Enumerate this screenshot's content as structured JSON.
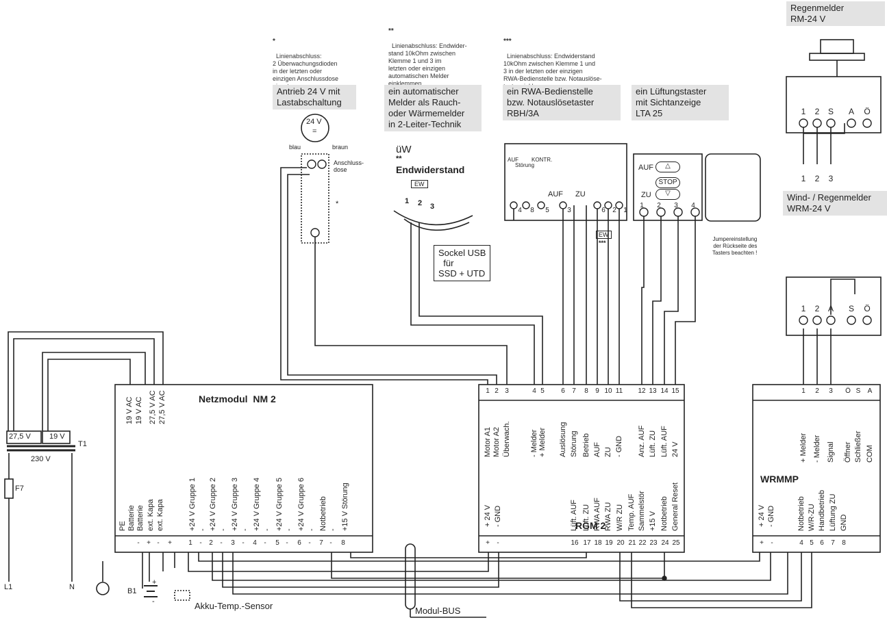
{
  "notes": {
    "note1_star": "*",
    "note1_text": "Linienabschluss:\n2 Überwachungsdioden\nin der letzten oder\neinzigen Anschlussdose\neinsetzen.",
    "note2_star": "**",
    "note2_text": "Linienabschluss: Endwider-\nstand 10kOhm zwischen\nKlemme 1 und 3 im\nletzten oder einzigen\nautomatischen Melder\neinklemmen",
    "note3_star": "***",
    "note3_text": "Linienabschluss: Endwiderstand\n10kOhm zwischen Klemme 1 und\n3 in der letzten oder einzigen\nRWA-Bedienstelle bzw. Notauslöse-\ntaster einklemmen"
  },
  "headers": {
    "antrieb": "Antrieb 24 V mit\nLastabschaltung",
    "melder": "ein automatischer\nMelder als Rauch-\noder Wärmemelder\nin 2-Leiter-Technik",
    "rwa": "ein RWA-Bedienstelle\nbzw. Notauslösetaster\nRBH/3A",
    "lta": "ein Lüftungstaster\nmit Sichtanzeige\nLTA 25",
    "regenmelder": "Regenmelder\nRM-24 V",
    "windregen": "Wind- / Regenmelder\nWRM-24 V"
  },
  "motor": {
    "voltage": "24 V",
    "symbol": "=",
    "blau": "blau",
    "braun": "braun",
    "dose": "Anschluss-\ndose",
    "star": "*"
  },
  "endwiderstand": {
    "uw": "üW",
    "stars": "**",
    "title": "Endwiderstand",
    "ew": "EW",
    "t1": "1",
    "t2": "2",
    "t3": "3"
  },
  "sockel": "Sockel USB\n  für\nSSD + UTD",
  "rwa_panel": {
    "auf": "AUF",
    "stoerung": "Störung",
    "kontr": "KONTR.",
    "auf2": "AUF",
    "zu": "ZU",
    "terms": [
      "4",
      "8",
      "5",
      "3",
      "6",
      "2",
      "1"
    ],
    "ew": "EW",
    "stars": "***"
  },
  "lta_panel": {
    "auf": "AUF",
    "stop": "STOP",
    "zu": "ZU",
    "terms": [
      "1",
      "2",
      "3",
      "4"
    ],
    "jumper_note": "Jumpereinstellung\nder Rückseite des\nTasters beachten !"
  },
  "regen_terms": [
    "1",
    "2",
    "S",
    "A",
    "Ö"
  ],
  "regen_bottom": [
    "1",
    "2",
    "3"
  ],
  "wind_terms": [
    "1",
    "2",
    "A",
    "S",
    "Ö"
  ],
  "transformer": {
    "v1": "27,5 V",
    "v2": "19 V",
    "t1": "T1",
    "v230": "230 V",
    "f7": "F7",
    "l1": "L1",
    "n": "N"
  },
  "netzmodul": {
    "title": "Netzmodul  NM 2",
    "top_labels": [
      "19 V AC",
      "19 V AC",
      "27,5 V AC",
      "27,5 V AC"
    ],
    "bottom_labels": [
      "PE",
      "Batterie",
      "Batterie",
      "ext. Kapa",
      "ext. Kapa",
      "+24 V Gruppe 1",
      "-",
      "+24 V Gruppe 2",
      "-",
      "+24 V Gruppe 3",
      "-",
      "+24 V Gruppe 4",
      "-",
      "+24 V Gruppe 5",
      "-",
      "+24 V Gruppe 6",
      "-",
      "Notbetrieb",
      "-",
      "+15 V Störung"
    ],
    "bottom_terms": [
      "-",
      "+",
      "-",
      "+",
      "1",
      "-",
      "2",
      "-",
      "3",
      "-",
      "4",
      "-",
      "5",
      "-",
      "6",
      "-",
      "7",
      "-",
      "8"
    ]
  },
  "rgm": {
    "title": "RGM 2",
    "top_terms": [
      "1",
      "2",
      "3",
      "4",
      "5",
      "6",
      "7",
      "8",
      "9",
      "10",
      "11",
      "12",
      "13",
      "14",
      "15"
    ],
    "top_labels": [
      "Motor A1",
      "Motor A2",
      "Überwach.",
      "- Melder",
      "+ Melder",
      "Auslösung",
      "Störung",
      "Betrieb",
      "AUF",
      "ZU",
      "- GND",
      "Anz. AUF",
      "Lüft. ZU",
      "Lüft. AUF",
      "24 V"
    ],
    "bottom_left_labels": [
      "+ 24 V",
      "- GND"
    ],
    "bottom_left_terms": [
      "+",
      "-"
    ],
    "bottom_labels": [
      "Lüft. AUF",
      "Lüft. ZU",
      "RWA AUF",
      "RWA ZU",
      "W/R ZU",
      "Temp. AUF",
      "Sammelstör",
      "+15 V",
      "Notbetrieb",
      "General Reset"
    ],
    "bottom_terms": [
      "16",
      "17",
      "18",
      "19",
      "20",
      "21",
      "22",
      "23",
      "24",
      "25"
    ]
  },
  "wrmmp": {
    "title": "WRMMP",
    "top_terms": [
      "1",
      "2",
      "3",
      "Ö",
      "S",
      "A"
    ],
    "top_labels": [
      "+ Melder",
      "- Melder",
      "Signal",
      "Öffner",
      "Schließer",
      "COM"
    ],
    "bottom_left_labels": [
      "+ 24 V",
      "- GND"
    ],
    "bottom_left_terms": [
      "+",
      "-"
    ],
    "bottom_labels": [
      "Notbetrieb",
      "W/R-ZU",
      "Handbetrieb",
      "Lüftung ZU",
      "GND"
    ],
    "bottom_terms": [
      "4",
      "5",
      "6",
      "7",
      "8"
    ]
  },
  "battery": {
    "b1": "B1",
    "plus": "+",
    "minus": "-"
  },
  "akku_sensor": "Akku-Temp.-Sensor",
  "modulbus": "Modul-BUS"
}
